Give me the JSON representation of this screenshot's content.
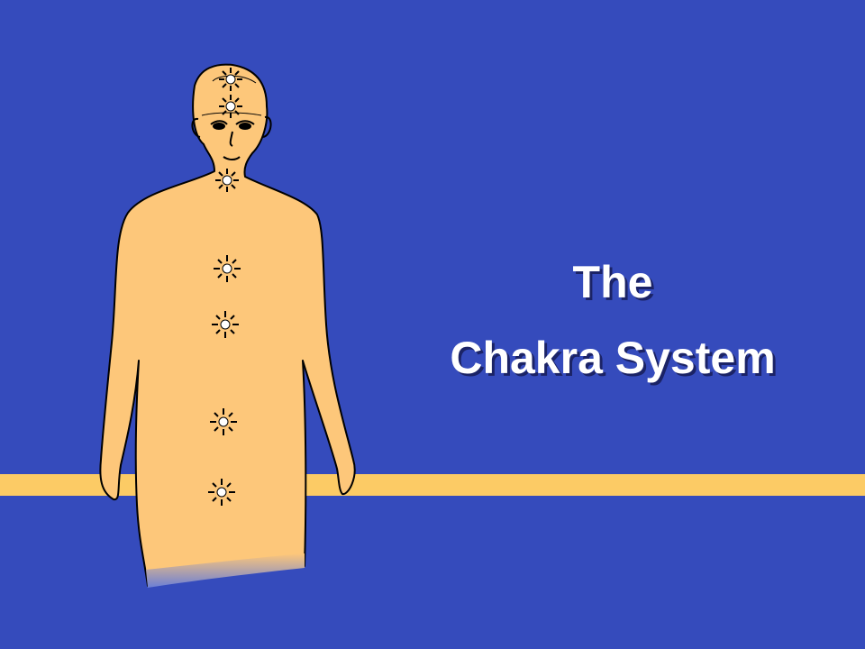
{
  "slide": {
    "title_line1": "The",
    "title_line2": "Chakra System"
  },
  "colors": {
    "background": "#354bbc",
    "stripe": "#fccb65",
    "skin": "#fdc77a",
    "outline": "#000000",
    "title_text": "#ffffff"
  },
  "illustration": {
    "subject": "human-figure",
    "chakra_points": [
      {
        "name": "crown-chakra-icon"
      },
      {
        "name": "third-eye-chakra-icon"
      },
      {
        "name": "throat-chakra-icon"
      },
      {
        "name": "heart-chakra-icon"
      },
      {
        "name": "solar-plexus-chakra-icon"
      },
      {
        "name": "sacral-chakra-icon"
      },
      {
        "name": "root-chakra-icon"
      }
    ]
  }
}
